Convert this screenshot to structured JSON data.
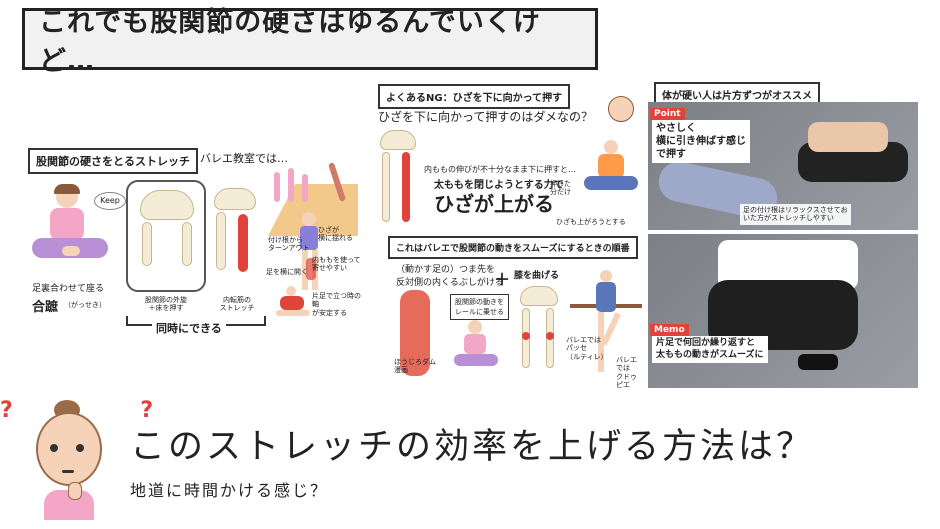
{
  "title": "これでも股関節の硬さはゆるんでいくけど…",
  "panel1": {
    "tag": "股関節の硬さをとるストレッチ",
    "ballet_note": "バレエ教室では…",
    "keep_bubble": "Keep",
    "caption_sit": "足裏合わせて座る",
    "gassho": "合蹠",
    "gassho_reading": "（がっせき）",
    "pelvis_label": "股関節の外旋",
    "pelvis_sub": "＋床を押す",
    "adductor_label": "内転筋の",
    "adductor_sub": "ストレッチ",
    "simultaneous": "同時にできる",
    "turnout_label": "付け根から",
    "turnout_sub": "ターンアウト",
    "knee_label": "ひざが",
    "knee_sub": "横に揺れる",
    "thigh_label": "内ももを使って",
    "thigh_sub": "寄せやすい",
    "foot_label": "足を横に開く",
    "axis_label": "片足で立つ時の軸",
    "axis_sub": "が安定する"
  },
  "panel2": {
    "heading": "よくあるNG：ひざを下に向かって押す",
    "question": "ひざを下に向かって押すのはダメなの？",
    "note1": "内ももの伸びが不十分なまま下に押すと…",
    "note2": "太ももを閉じようとする力で",
    "big": "ひざが上がる",
    "push_label": "押した",
    "push_sub": "分だけ",
    "knee_rise": "ひざも上がろうとする"
  },
  "panel3": {
    "heading": "これはバレエで股関節の動きをスムーズにするときの順番",
    "step1a": "（動かす足の）つま先を",
    "step1b": "反対側の内くるぶしがける",
    "step2": "膝を曲げる",
    "plus": "＋",
    "hint1": "股関節の動きを",
    "hint2": "レールに乗せる",
    "passe1": "バレエでは",
    "passe2": "パッセ",
    "passe3": "（ルティレ）",
    "cou1": "バレエでは",
    "cou2": "クドゥピエ",
    "credit1": "ほうじろダム",
    "credit2": "漫画"
  },
  "panel4": {
    "heading": "体が硬い人は片方ずつがオススメ",
    "point_tag": "Point",
    "point1": "やさしく",
    "point2": "横に引き伸ばす感じ",
    "point3": "で押す",
    "relax1": "足の付け根はリラックスさせてお",
    "relax2": "いた方がストレッチしやすい",
    "memo_tag": "Memo",
    "memo1": "片足で何回か繰り返すと",
    "memo2": "太ももの動きがスムーズに"
  },
  "bottom": {
    "question": "このストレッチの効率を上げる方法は？",
    "sub": "地道に時間かける感じ？",
    "q_marks": "?  ?"
  },
  "colors": {
    "accent_red": "#e0433a",
    "pink": "#f3a6c6",
    "purple": "#8a7fd6",
    "bone": "#f5ecd8",
    "photo_gray": "#8a8d92"
  }
}
